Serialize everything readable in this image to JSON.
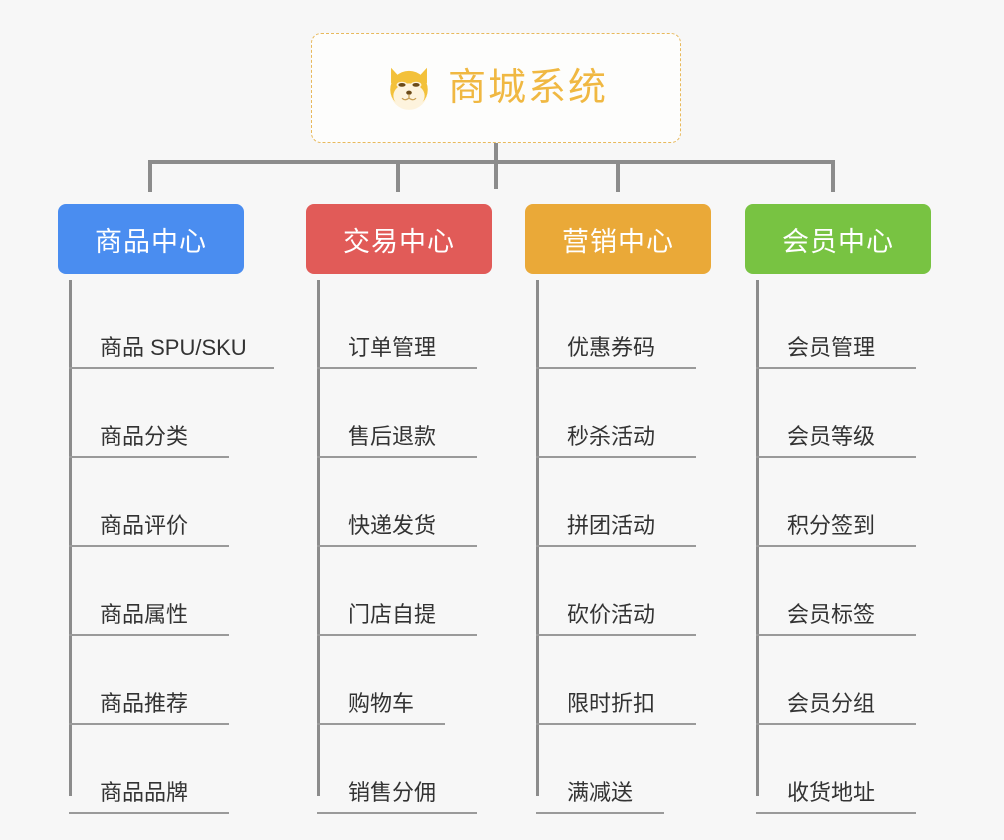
{
  "page": {
    "background_color": "#f7f7f7",
    "connector_color": "#8c8c8c",
    "leaf_underline_color": "#9a9a9a",
    "leaf_text_color": "#333333"
  },
  "root": {
    "title": "商城系统",
    "icon": "shiba-dog-icon",
    "title_color": "#f0b842",
    "border_color": "#e8b95c",
    "background": "#fdfdfc"
  },
  "columns": [
    {
      "title": "商品中心",
      "color": "#4a8df0",
      "items": [
        "商品 SPU/SKU",
        "商品分类",
        "商品评价",
        "商品属性",
        "商品推荐",
        "商品品牌"
      ]
    },
    {
      "title": "交易中心",
      "color": "#e15b58",
      "items": [
        "订单管理",
        "售后退款",
        "快递发货",
        "门店自提",
        "购物车",
        "销售分佣"
      ]
    },
    {
      "title": "营销中心",
      "color": "#eaa938",
      "items": [
        "优惠券码",
        "秒杀活动",
        "拼团活动",
        "砍价活动",
        "限时折扣",
        "满减送"
      ]
    },
    {
      "title": "会员中心",
      "color": "#78c342",
      "items": [
        "会员管理",
        "会员等级",
        "积分签到",
        "会员标签",
        "会员分组",
        "收货地址"
      ]
    }
  ]
}
